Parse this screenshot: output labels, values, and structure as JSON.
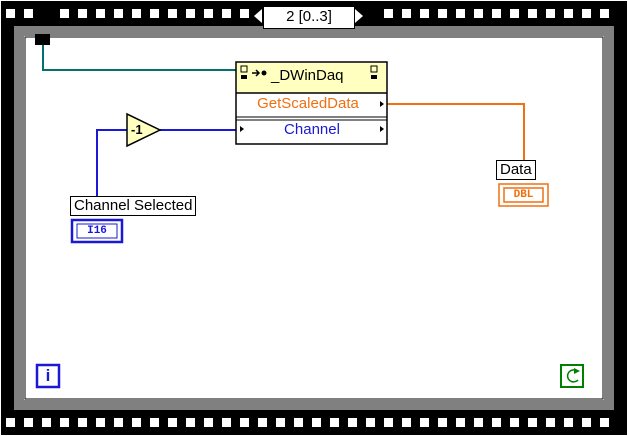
{
  "sequence": {
    "frame_label": "2 [0..3]"
  },
  "invoke_node": {
    "class_name": "_DWinDaq",
    "method": "GetScaledData",
    "input": "Channel"
  },
  "decrement": {
    "label": "-1"
  },
  "channel_control": {
    "label": "Channel Selected",
    "type": "I16"
  },
  "data_indicator": {
    "label": "Data",
    "type": "DBL"
  },
  "loop": {
    "iteration_terminal": "i"
  },
  "colors": {
    "int_wire": "#1a1ad6",
    "dbl_wire": "#f07010",
    "refnum_wire": "#007070",
    "node_header": "#ffffc0",
    "loop_border": "#808080"
  },
  "icons": {
    "invoke_icon": "activex-invoke-icon",
    "loop_condition": "loop-condition-icon"
  }
}
